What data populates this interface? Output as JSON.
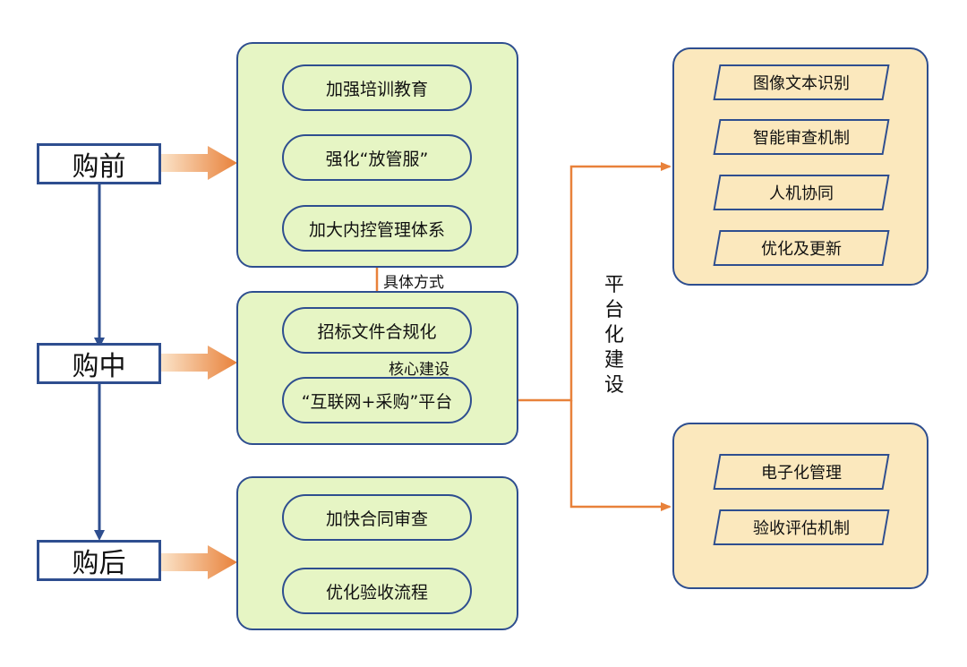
{
  "stages": [
    "购前",
    "购中",
    "购后"
  ],
  "pre": {
    "items": [
      "加强培训教育",
      "强化“放管服”",
      "加大内控管理体系"
    ]
  },
  "mid": {
    "items": [
      "招标文件合规化",
      "“互联网+采购”平台"
    ]
  },
  "post": {
    "items": [
      "加快合同审查",
      "优化验收流程"
    ]
  },
  "connector_labels": {
    "specific_method": "具体方式",
    "core_building": "核心建设"
  },
  "platform_label": "平台化建设",
  "platform_top": {
    "items": [
      "图像文本识别",
      "智能审查机制",
      "人机协同",
      "优化及更新"
    ]
  },
  "platform_bottom": {
    "items": [
      "电子化管理",
      "验收评估机制"
    ]
  },
  "colors": {
    "border_blue": "#2e4e8f",
    "green_fill": "#e6f5c4",
    "orange_fill": "#fbe8bd",
    "arrow_orange": "#e8813a"
  }
}
